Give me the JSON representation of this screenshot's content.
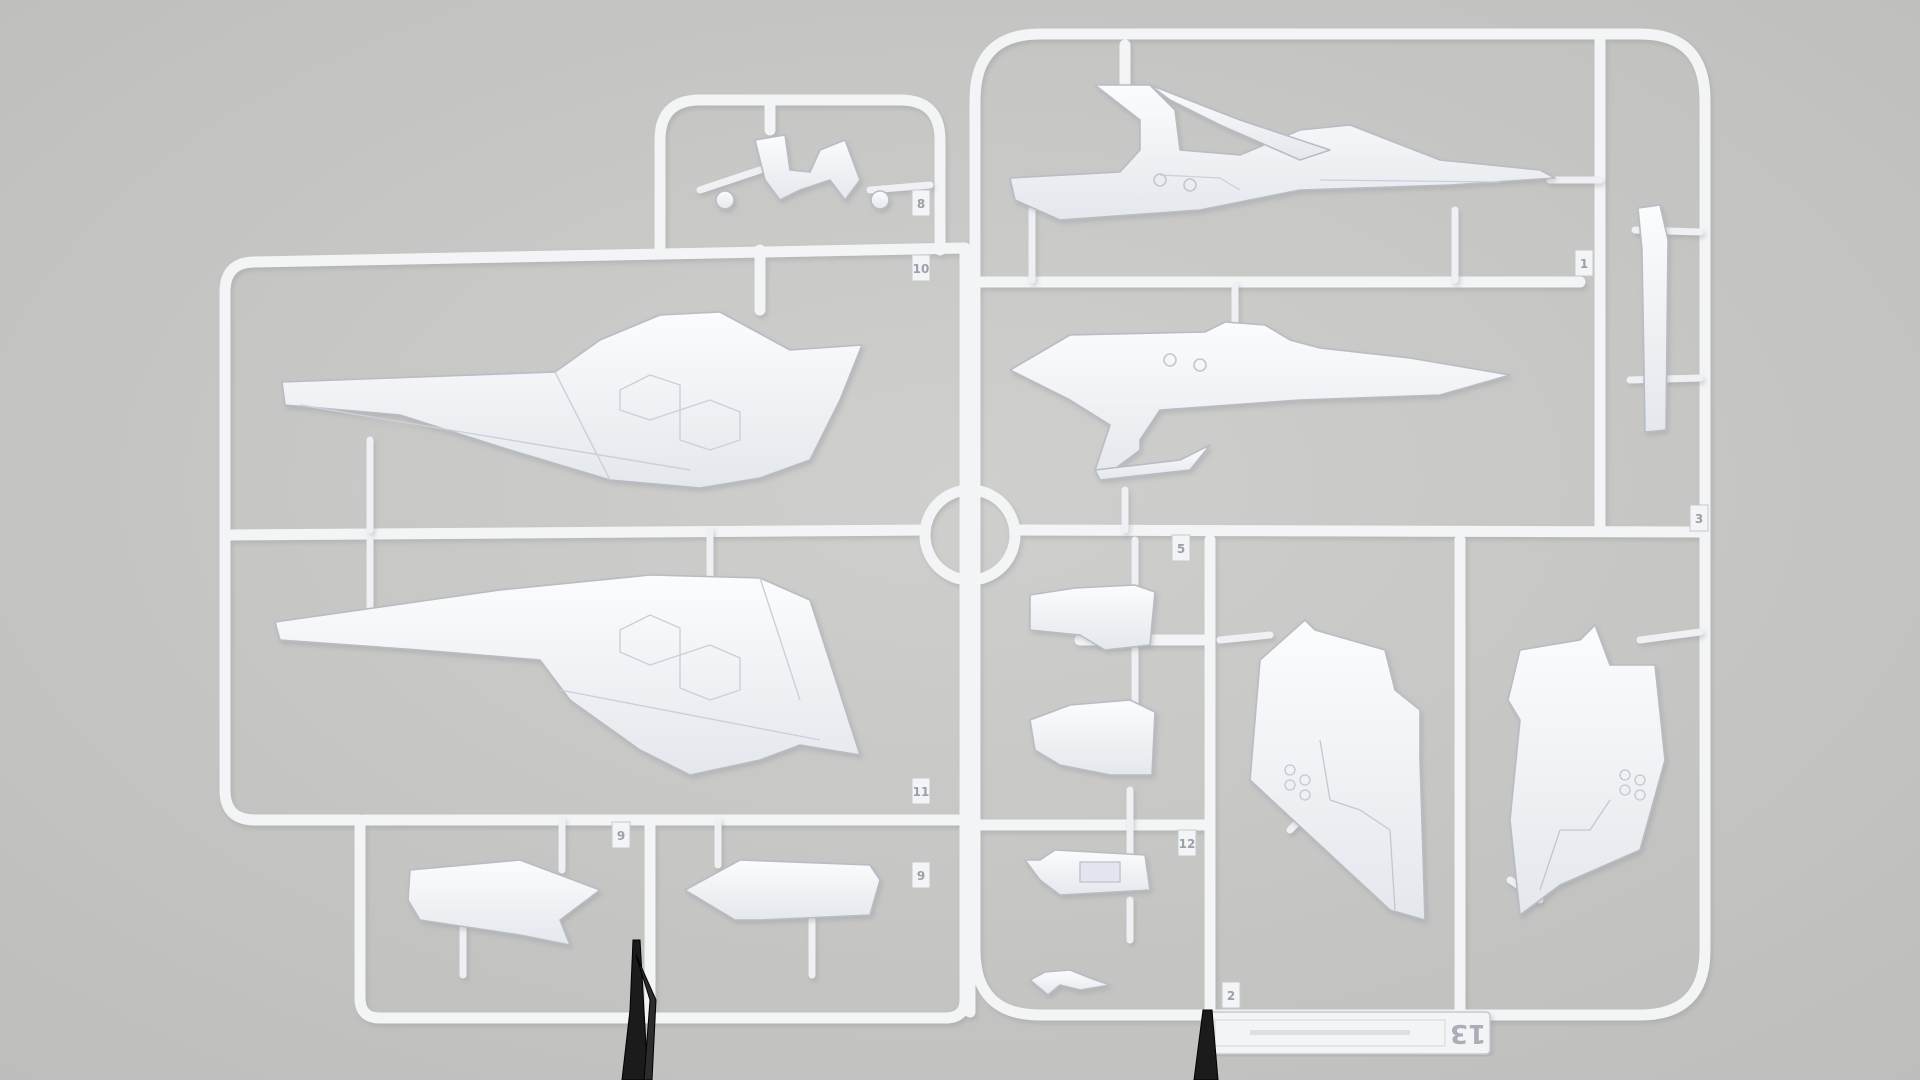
{
  "photo": {
    "subject": "plastic model kit runner",
    "background_color": "#c9c9c7",
    "plastic_color": "#f5f6f8",
    "plastic_shade": "#dfe2e8",
    "plastic_outline": "#b8bcc4",
    "clip_color": "#1a1a1a"
  },
  "runner_tag": {
    "label": "13"
  },
  "gate_numbers": [
    "8",
    "10",
    "9",
    "9",
    "11",
    "1",
    "3",
    "5",
    "2",
    "12"
  ]
}
